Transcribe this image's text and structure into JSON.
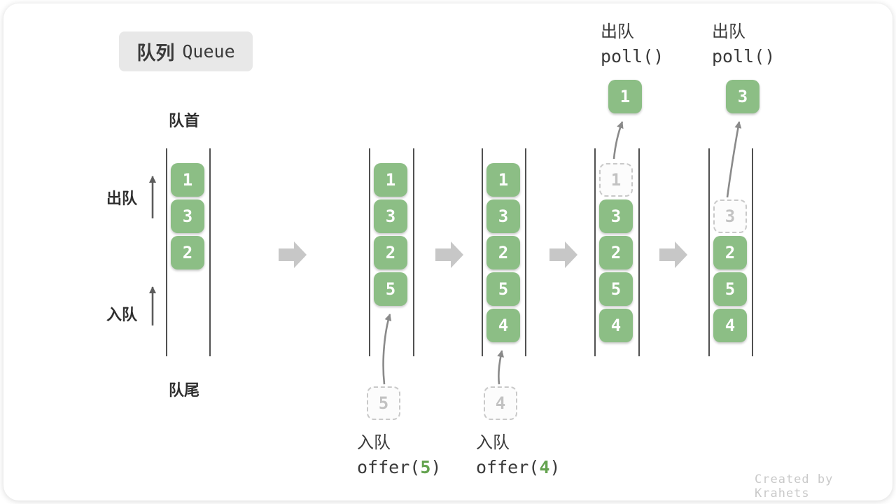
{
  "title": {
    "zh": "队列",
    "en": "Queue"
  },
  "side_labels": {
    "front": "队首",
    "rear": "队尾",
    "dequeue": "出队",
    "enqueue": "入队"
  },
  "operations": {
    "offer5": {
      "label_zh": "入队",
      "code_before": "offer(",
      "arg": "5",
      "code_after": ")"
    },
    "offer4": {
      "label_zh": "入队",
      "code_before": "offer(",
      "arg": "4",
      "code_after": ")"
    },
    "poll1": {
      "label_zh": "出队",
      "code": "poll()"
    },
    "poll2": {
      "label_zh": "出队",
      "code": "poll()"
    }
  },
  "states": [
    {
      "name": "initial",
      "items": [
        "1",
        "3",
        "2"
      ]
    },
    {
      "name": "after-offer-5",
      "items": [
        "1",
        "3",
        "2",
        "5"
      ],
      "incoming": "5"
    },
    {
      "name": "after-offer-4",
      "items": [
        "1",
        "3",
        "2",
        "5",
        "4"
      ],
      "incoming": "4"
    },
    {
      "name": "after-poll-1",
      "removed": "1",
      "items": [
        "3",
        "2",
        "5",
        "4"
      ],
      "popped": "1"
    },
    {
      "name": "after-poll-3",
      "removed": "3",
      "items": [
        "2",
        "5",
        "4"
      ],
      "popped": "3"
    }
  ],
  "watermark": "Created by Krahets",
  "colors": {
    "box_green": "#8CBE85",
    "code_arg_green": "#64A34F",
    "step_arrow_gray": "#C7C7C7",
    "dashed_border_gray": "#C9C9C9",
    "badge_bg": "#E8E8E8",
    "text_dark": "#3A3A3A"
  }
}
